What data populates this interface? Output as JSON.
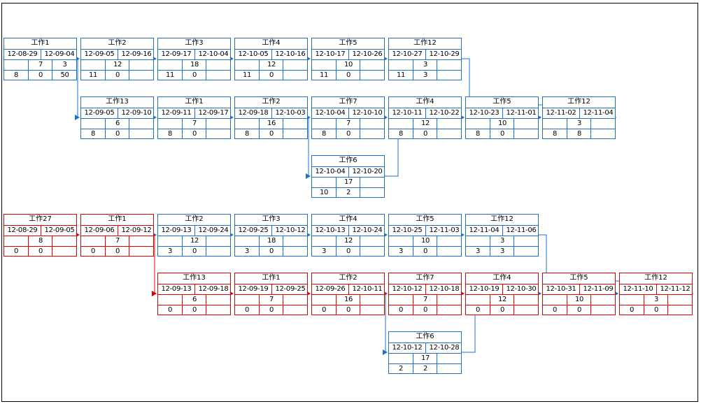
{
  "colors": {
    "normal": "#1f6fd0",
    "critical": "#e00000"
  },
  "groups": [
    {
      "name": "plan-1",
      "nodes": [
        {
          "id": "A1",
          "critical": false,
          "name": "工作1",
          "start": "12-08-29",
          "finish": "12-09-04",
          "v1": "",
          "v2": "7",
          "v3": "3",
          "v4": "8",
          "v5": "0",
          "v6": "50"
        },
        {
          "id": "A2",
          "critical": false,
          "name": "工作2",
          "start": "12-09-05",
          "finish": "12-09-16",
          "v1": "",
          "v2": "12",
          "v3": "",
          "v4": "11",
          "v5": "0",
          "v6": ""
        },
        {
          "id": "A3",
          "critical": false,
          "name": "工作3",
          "start": "12-09-17",
          "finish": "12-10-04",
          "v1": "",
          "v2": "18",
          "v3": "",
          "v4": "11",
          "v5": "0",
          "v6": ""
        },
        {
          "id": "A4",
          "critical": false,
          "name": "工作4",
          "start": "12-10-05",
          "finish": "12-10-16",
          "v1": "",
          "v2": "12",
          "v3": "",
          "v4": "11",
          "v5": "0",
          "v6": ""
        },
        {
          "id": "A5",
          "critical": false,
          "name": "工作5",
          "start": "12-10-17",
          "finish": "12-10-26",
          "v1": "",
          "v2": "10",
          "v3": "",
          "v4": "11",
          "v5": "0",
          "v6": ""
        },
        {
          "id": "A6",
          "critical": false,
          "name": "工作12",
          "start": "12-10-27",
          "finish": "12-10-29",
          "v1": "",
          "v2": "3",
          "v3": "",
          "v4": "11",
          "v5": "3",
          "v6": ""
        },
        {
          "id": "B1",
          "critical": false,
          "name": "工作13",
          "start": "12-09-05",
          "finish": "12-09-10",
          "v1": "",
          "v2": "6",
          "v3": "",
          "v4": "8",
          "v5": "0",
          "v6": ""
        },
        {
          "id": "B2",
          "critical": false,
          "name": "工作1",
          "start": "12-09-11",
          "finish": "12-09-17",
          "v1": "",
          "v2": "7",
          "v3": "",
          "v4": "8",
          "v5": "0",
          "v6": ""
        },
        {
          "id": "B3",
          "critical": false,
          "name": "工作2",
          "start": "12-09-18",
          "finish": "12-10-03",
          "v1": "",
          "v2": "16",
          "v3": "",
          "v4": "8",
          "v5": "0",
          "v6": ""
        },
        {
          "id": "B4",
          "critical": false,
          "name": "工作7",
          "start": "12-10-04",
          "finish": "12-10-10",
          "v1": "",
          "v2": "7",
          "v3": "",
          "v4": "8",
          "v5": "0",
          "v6": ""
        },
        {
          "id": "B5",
          "critical": false,
          "name": "工作4",
          "start": "12-10-11",
          "finish": "12-10-22",
          "v1": "",
          "v2": "12",
          "v3": "",
          "v4": "8",
          "v5": "0",
          "v6": ""
        },
        {
          "id": "B6",
          "critical": false,
          "name": "工作5",
          "start": "12-10-23",
          "finish": "12-11-01",
          "v1": "",
          "v2": "10",
          "v3": "",
          "v4": "8",
          "v5": "0",
          "v6": ""
        },
        {
          "id": "B7",
          "critical": false,
          "name": "工作12",
          "start": "12-11-02",
          "finish": "12-11-04",
          "v1": "",
          "v2": "3",
          "v3": "",
          "v4": "8",
          "v5": "8",
          "v6": ""
        },
        {
          "id": "C1",
          "critical": false,
          "name": "工作6",
          "start": "12-10-04",
          "finish": "12-10-20",
          "v1": "",
          "v2": "17",
          "v3": "",
          "v4": "10",
          "v5": "2",
          "v6": ""
        }
      ]
    },
    {
      "name": "plan-2",
      "nodes": [
        {
          "id": "D1",
          "critical": true,
          "name": "工作27",
          "start": "12-08-29",
          "finish": "12-09-05",
          "v1": "",
          "v2": "8",
          "v3": "",
          "v4": "0",
          "v5": "0",
          "v6": ""
        },
        {
          "id": "D2",
          "critical": true,
          "name": "工作1",
          "start": "12-09-06",
          "finish": "12-09-12",
          "v1": "",
          "v2": "7",
          "v3": "",
          "v4": "0",
          "v5": "0",
          "v6": ""
        },
        {
          "id": "D3",
          "critical": false,
          "name": "工作2",
          "start": "12-09-13",
          "finish": "12-09-24",
          "v1": "",
          "v2": "12",
          "v3": "",
          "v4": "3",
          "v5": "0",
          "v6": ""
        },
        {
          "id": "D4",
          "critical": false,
          "name": "工作3",
          "start": "12-09-25",
          "finish": "12-10-12",
          "v1": "",
          "v2": "18",
          "v3": "",
          "v4": "3",
          "v5": "0",
          "v6": ""
        },
        {
          "id": "D5",
          "critical": false,
          "name": "工作4",
          "start": "12-10-13",
          "finish": "12-10-24",
          "v1": "",
          "v2": "12",
          "v3": "",
          "v4": "3",
          "v5": "0",
          "v6": ""
        },
        {
          "id": "D6",
          "critical": false,
          "name": "工作5",
          "start": "12-10-25",
          "finish": "12-11-03",
          "v1": "",
          "v2": "10",
          "v3": "",
          "v4": "3",
          "v5": "0",
          "v6": ""
        },
        {
          "id": "D7",
          "critical": false,
          "name": "工作12",
          "start": "12-11-04",
          "finish": "12-11-06",
          "v1": "",
          "v2": "3",
          "v3": "",
          "v4": "3",
          "v5": "3",
          "v6": ""
        },
        {
          "id": "E1",
          "critical": true,
          "name": "工作13",
          "start": "12-09-13",
          "finish": "12-09-18",
          "v1": "",
          "v2": "6",
          "v3": "",
          "v4": "0",
          "v5": "0",
          "v6": ""
        },
        {
          "id": "E2",
          "critical": true,
          "name": "工作1",
          "start": "12-09-19",
          "finish": "12-09-25",
          "v1": "",
          "v2": "7",
          "v3": "",
          "v4": "0",
          "v5": "0",
          "v6": ""
        },
        {
          "id": "E3",
          "critical": true,
          "name": "工作2",
          "start": "12-09-26",
          "finish": "12-10-11",
          "v1": "",
          "v2": "16",
          "v3": "",
          "v4": "0",
          "v5": "0",
          "v6": ""
        },
        {
          "id": "E4",
          "critical": true,
          "name": "工作7",
          "start": "12-10-12",
          "finish": "12-10-18",
          "v1": "",
          "v2": "7",
          "v3": "",
          "v4": "0",
          "v5": "0",
          "v6": ""
        },
        {
          "id": "E5",
          "critical": true,
          "name": "工作4",
          "start": "12-10-19",
          "finish": "12-10-30",
          "v1": "",
          "v2": "12",
          "v3": "",
          "v4": "0",
          "v5": "0",
          "v6": ""
        },
        {
          "id": "E6",
          "critical": true,
          "name": "工作5",
          "start": "12-10-31",
          "finish": "12-11-09",
          "v1": "",
          "v2": "10",
          "v3": "",
          "v4": "0",
          "v5": "0",
          "v6": ""
        },
        {
          "id": "E7",
          "critical": true,
          "name": "工作12",
          "start": "12-11-10",
          "finish": "12-11-12",
          "v1": "",
          "v2": "3",
          "v3": "",
          "v4": "0",
          "v5": "0",
          "v6": ""
        },
        {
          "id": "F1",
          "critical": false,
          "name": "工作6",
          "start": "12-10-12",
          "finish": "12-10-28",
          "v1": "",
          "v2": "17",
          "v3": "",
          "v4": "2",
          "v5": "2",
          "v6": ""
        }
      ]
    }
  ],
  "edges": [
    {
      "from": "A1",
      "to": "A2",
      "critical": false
    },
    {
      "from": "A2",
      "to": "A3",
      "critical": false
    },
    {
      "from": "A3",
      "to": "A4",
      "critical": false
    },
    {
      "from": "A4",
      "to": "A5",
      "critical": false
    },
    {
      "from": "A5",
      "to": "A6",
      "critical": false
    },
    {
      "from": "A1",
      "to": "B1",
      "critical": false
    },
    {
      "from": "B1",
      "to": "B2",
      "critical": false
    },
    {
      "from": "B2",
      "to": "B3",
      "critical": false
    },
    {
      "from": "B3",
      "to": "B4",
      "critical": false
    },
    {
      "from": "B4",
      "to": "B5",
      "critical": false
    },
    {
      "from": "B5",
      "to": "B6",
      "critical": false
    },
    {
      "from": "B6",
      "to": "B7",
      "critical": false
    },
    {
      "from": "A6",
      "to": "B7",
      "critical": false
    },
    {
      "from": "B3",
      "to": "C1",
      "critical": false
    },
    {
      "from": "C1",
      "to": "B6",
      "critical": false
    },
    {
      "from": "D1",
      "to": "D2",
      "critical": true
    },
    {
      "from": "D2",
      "to": "D3",
      "critical": false
    },
    {
      "from": "D3",
      "to": "D4",
      "critical": false
    },
    {
      "from": "D4",
      "to": "D5",
      "critical": false
    },
    {
      "from": "D5",
      "to": "D6",
      "critical": false
    },
    {
      "from": "D6",
      "to": "D7",
      "critical": false
    },
    {
      "from": "D2",
      "to": "E1",
      "critical": true
    },
    {
      "from": "E1",
      "to": "E2",
      "critical": true
    },
    {
      "from": "E2",
      "to": "E3",
      "critical": true
    },
    {
      "from": "E3",
      "to": "E4",
      "critical": true
    },
    {
      "from": "E4",
      "to": "E5",
      "critical": true
    },
    {
      "from": "E5",
      "to": "E6",
      "critical": true
    },
    {
      "from": "E6",
      "to": "E7",
      "critical": true
    },
    {
      "from": "D7",
      "to": "E7",
      "critical": false
    },
    {
      "from": "E3",
      "to": "F1",
      "critical": false
    },
    {
      "from": "F1",
      "to": "E6",
      "critical": false
    }
  ]
}
